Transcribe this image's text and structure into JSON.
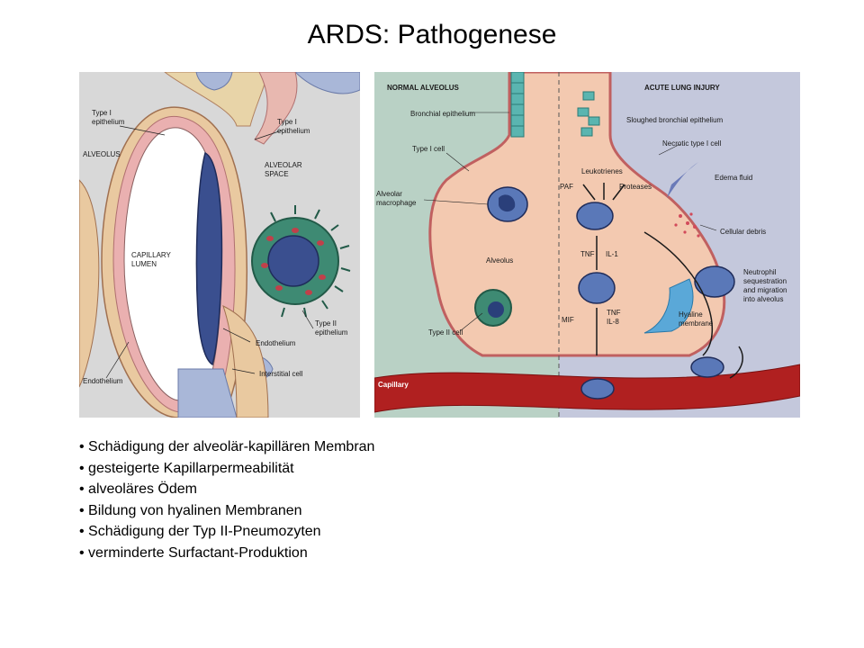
{
  "title": "ARDS: Pathogenese",
  "left_diagram": {
    "labels": {
      "type1_a": [
        "Type I",
        "epithelium"
      ],
      "alveolus": "ALVEOLUS",
      "type1_b": [
        "Type I",
        "epithelium"
      ],
      "alveolar_space": [
        "ALVEOLAR",
        "SPACE"
      ],
      "capillary_lumen": [
        "CAPILLARY",
        "LUMEN"
      ],
      "type2": [
        "Type II",
        "epithelium"
      ],
      "endothelium_a": "Endothelium",
      "interstitial": "Interstitial cell",
      "endothelium_b": "Endothelium"
    }
  },
  "right_diagram": {
    "labels": {
      "normal": "NORMAL ALVEOLUS",
      "acute": "ACUTE LUNG INJURY",
      "bronchial": "Bronchial epithelium",
      "sloughed": "Sloughed bronchial epithelium",
      "necrotic": "Necrotic type I cell",
      "type1_cell": "Type I cell",
      "leukotrienes": "Leukotrienes",
      "paf": "PAF",
      "proteases": "Proteases",
      "edema": "Edema fluid",
      "macrophage": [
        "Alveolar",
        "macrophage"
      ],
      "debris": "Cellular debris",
      "tnf": "TNF",
      "il1": "IL-1",
      "alveolus": "Alveolus",
      "neutrophil": [
        "Neutrophil",
        "sequestration",
        "and migration",
        "into alveolus"
      ],
      "mif": "MIF",
      "tnf2": [
        "TNF",
        "IL-8"
      ],
      "hyaline": [
        "Hyaline",
        "membrane"
      ],
      "type2_cell": "Type II cell",
      "capillary": "Capillary"
    }
  },
  "bullets": [
    "Schädigung der alveolär-kapillären Membran",
    "gesteigerte Kapillarpermeabilität",
    "alveoläres Ödem",
    "Bildung von hyalinen Membranen",
    "Schädigung der Typ II-Pneumozyten",
    "verminderte Surfactant-Produktion"
  ]
}
